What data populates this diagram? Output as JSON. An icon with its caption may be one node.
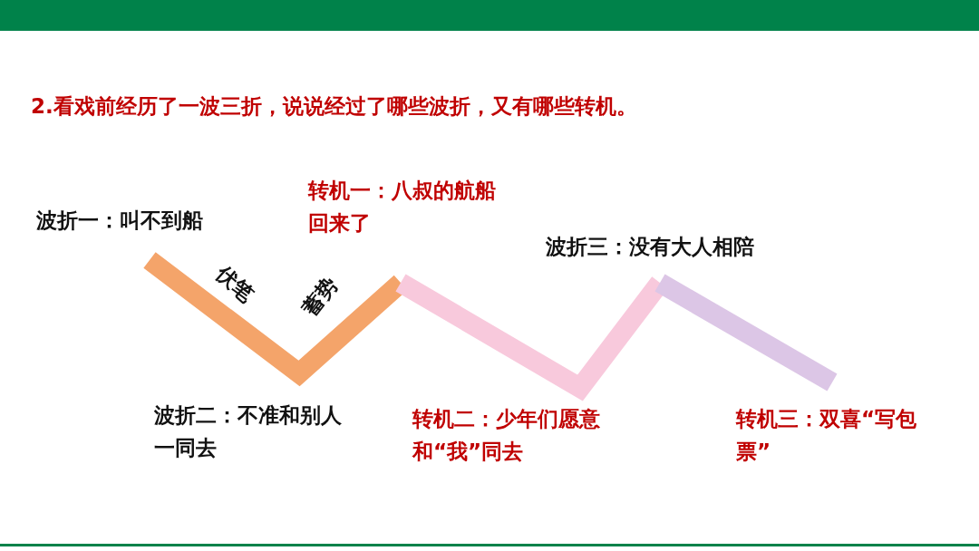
{
  "diagram": {
    "title": "2.看戏前经历了一波三折，说说经过了哪些波折，又有哪些转机。",
    "labels": [
      "转机一：八叔的航船回来了",
      "波折一：叫不到船",
      "波折三：没有大人相陪",
      "伏笔",
      "蓄势",
      "波折二：不准和别人一同去",
      "转机二：少年们愿意和“我”同去",
      "转机三：双喜“写包票”"
    ]
  }
}
